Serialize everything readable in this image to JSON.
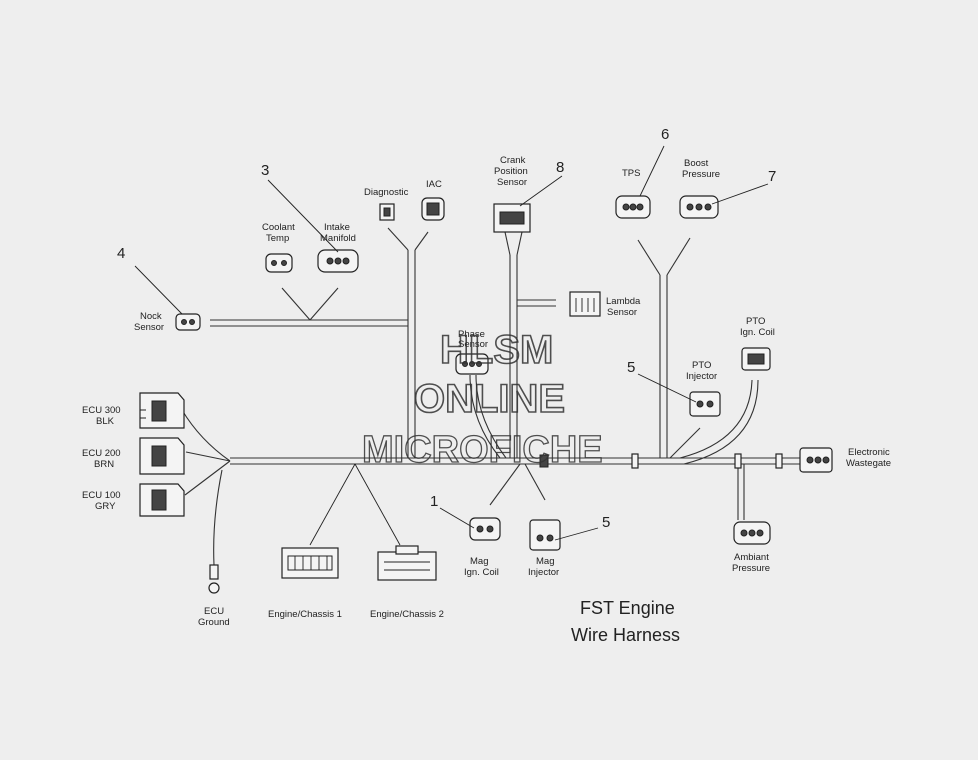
{
  "title": {
    "line1": "FST Engine",
    "line2": "Wire Harness"
  },
  "watermark": {
    "line1": "HLSM",
    "line2": "ONLINE",
    "line3": "MICROFICHE"
  },
  "callouts": {
    "n1": "1",
    "n3": "3",
    "n4": "4",
    "n5a": "5",
    "n5b": "5",
    "n6": "6",
    "n7": "7",
    "n8": "8"
  },
  "labels": {
    "ecu300_a": "ECU 300",
    "ecu300_b": "BLK",
    "ecu200_a": "ECU 200",
    "ecu200_b": "BRN",
    "ecu100_a": "ECU 100",
    "ecu100_b": "GRY",
    "ecu_ground_a": "ECU",
    "ecu_ground_b": "Ground",
    "engine_chassis_1": "Engine/Chassis 1",
    "engine_chassis_2": "Engine/Chassis 2",
    "knock_a": "Nock",
    "knock_b": "Sensor",
    "coolant_a": "Coolant",
    "coolant_b": "Temp",
    "intake_a": "Intake",
    "intake_b": "Manifold",
    "diagnostic": "Diagnostic",
    "iac": "IAC",
    "crank_a": "Crank",
    "crank_b": "Position",
    "crank_c": "Sensor",
    "tps": "TPS",
    "boost_a": "Boost",
    "boost_b": "Pressure",
    "lambda_a": "Lambda",
    "lambda_b": "Sensor",
    "phase_a": "Phase",
    "phase_b": "Sensor",
    "pto_coil_a": "PTO",
    "pto_coil_b": "Ign. Coil",
    "pto_inj_a": "PTO",
    "pto_inj_b": "Injector",
    "mag_coil_a": "Mag",
    "mag_coil_b": "Ign. Coil",
    "mag_inj_a": "Mag",
    "mag_inj_b": "Injector",
    "wastegate_a": "Electronic",
    "wastegate_b": "Wastegate",
    "ambient_a": "Ambiant",
    "ambient_b": "Pressure"
  }
}
